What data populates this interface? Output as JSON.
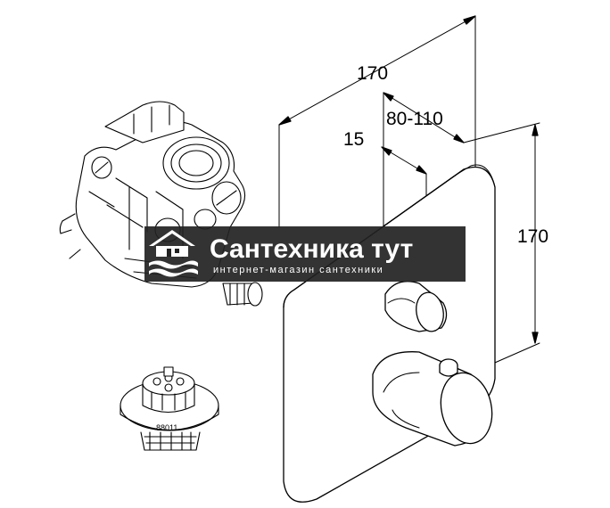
{
  "dimensions": {
    "overall_depth": "170",
    "plate_depth": "15",
    "depth_range": "80-110",
    "height": "170"
  },
  "part_number": "88011",
  "watermark": {
    "title": "Сантехника тут",
    "subtitle": "интернет-магазин сантехники"
  }
}
